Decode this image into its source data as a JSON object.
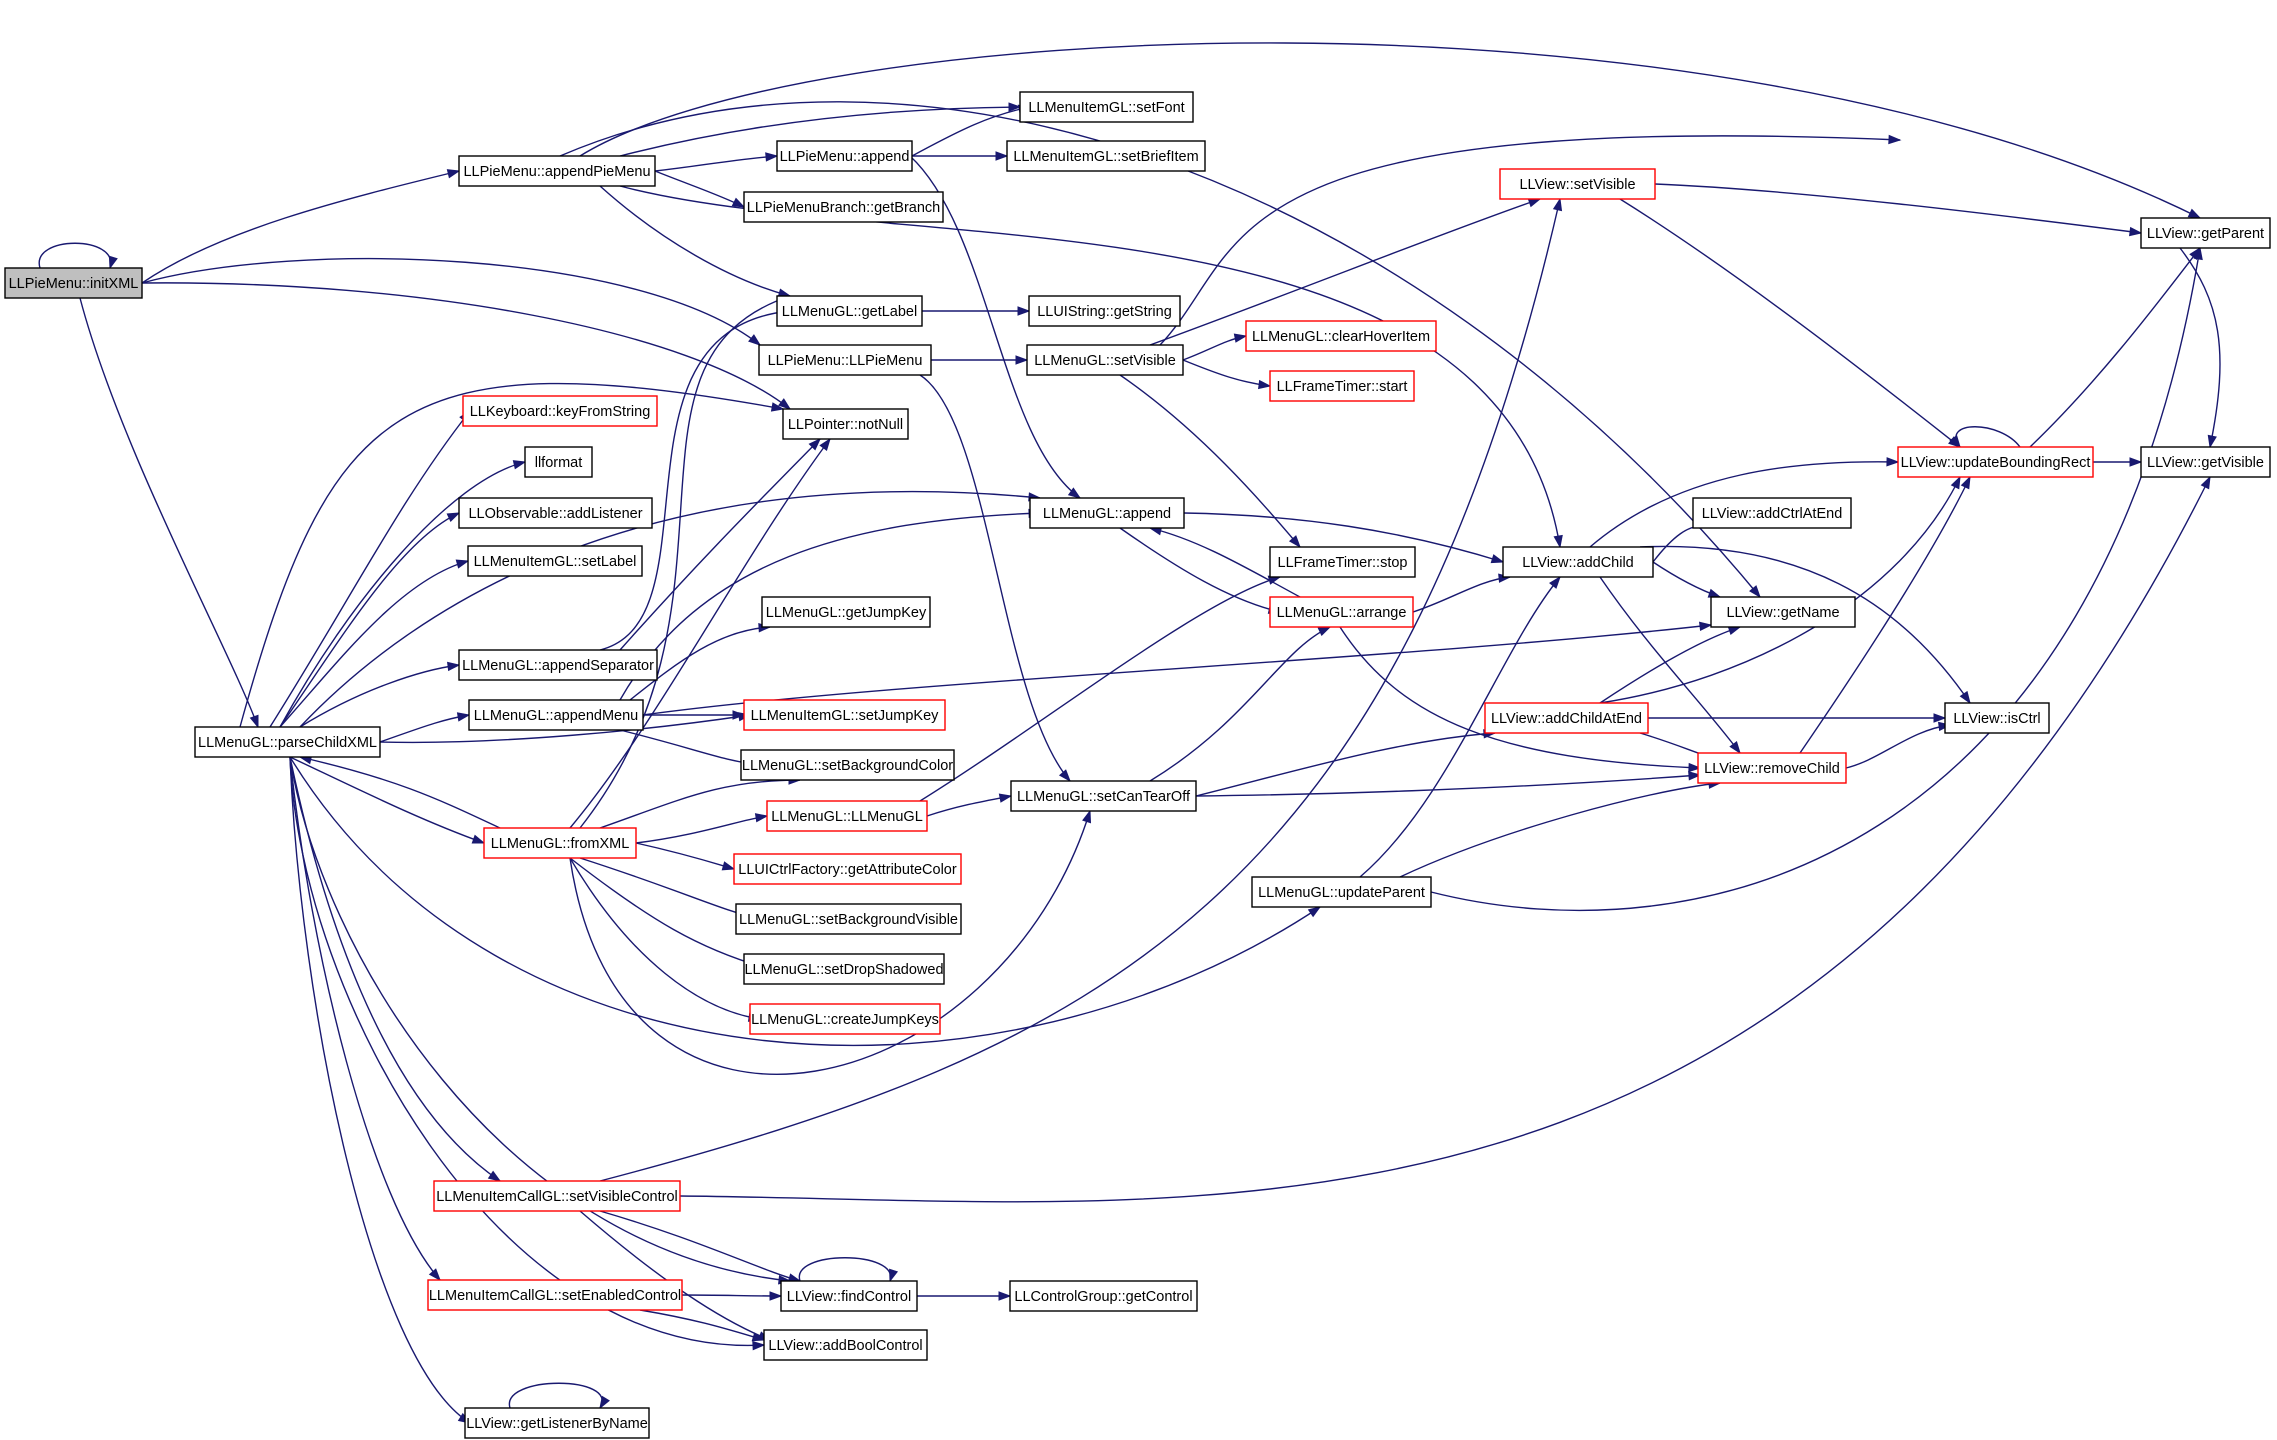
{
  "nodes": [
    {
      "id": "initXML",
      "label": "LLPieMenu::initXML",
      "color": "root"
    },
    {
      "id": "appendPieMenu",
      "label": "LLPieMenu::appendPieMenu",
      "color": "black"
    },
    {
      "id": "pieAppend",
      "label": "LLPieMenu::append",
      "color": "black"
    },
    {
      "id": "setFont",
      "label": "LLMenuItemGL::setFont",
      "color": "black"
    },
    {
      "id": "setBriefItem",
      "label": "LLMenuItemGL::setBriefItem",
      "color": "black"
    },
    {
      "id": "getBranch",
      "label": "LLPieMenuBranch::getBranch",
      "color": "black"
    },
    {
      "id": "getLabel",
      "label": "LLMenuGL::getLabel",
      "color": "black"
    },
    {
      "id": "getString",
      "label": "LLUIString::getString",
      "color": "black"
    },
    {
      "id": "LLPieMenu",
      "label": "LLPieMenu::LLPieMenu",
      "color": "black"
    },
    {
      "id": "menuSetVisible",
      "label": "LLMenuGL::setVisible",
      "color": "black"
    },
    {
      "id": "clearHoverItem",
      "label": "LLMenuGL::clearHoverItem",
      "color": "red"
    },
    {
      "id": "timerStart",
      "label": "LLFrameTimer::start",
      "color": "red"
    },
    {
      "id": "viewSetVisible",
      "label": "LLView::setVisible",
      "color": "red"
    },
    {
      "id": "getParent",
      "label": "LLView::getParent",
      "color": "black"
    },
    {
      "id": "keyFromString",
      "label": "LLKeyboard::keyFromString",
      "color": "red"
    },
    {
      "id": "notNull",
      "label": "LLPointer::notNull",
      "color": "black"
    },
    {
      "id": "llformat",
      "label": "llformat",
      "color": "black"
    },
    {
      "id": "addListener",
      "label": "LLObservable::addListener",
      "color": "black"
    },
    {
      "id": "setLabel",
      "label": "LLMenuItemGL::setLabel",
      "color": "black"
    },
    {
      "id": "menuAppend",
      "label": "LLMenuGL::append",
      "color": "black"
    },
    {
      "id": "timerStop",
      "label": "LLFrameTimer::stop",
      "color": "black"
    },
    {
      "id": "addChild",
      "label": "LLView::addChild",
      "color": "black"
    },
    {
      "id": "addCtrlAtEnd",
      "label": "LLView::addCtrlAtEnd",
      "color": "black"
    },
    {
      "id": "updateBoundingRect",
      "label": "LLView::updateBoundingRect",
      "color": "red"
    },
    {
      "id": "getVisible",
      "label": "LLView::getVisible",
      "color": "black"
    },
    {
      "id": "getJumpKey",
      "label": "LLMenuGL::getJumpKey",
      "color": "black"
    },
    {
      "id": "arrange",
      "label": "LLMenuGL::arrange",
      "color": "red"
    },
    {
      "id": "getName",
      "label": "LLView::getName",
      "color": "black"
    },
    {
      "id": "appendSeparator",
      "label": "LLMenuGL::appendSeparator",
      "color": "black"
    },
    {
      "id": "appendMenu",
      "label": "LLMenuGL::appendMenu",
      "color": "black"
    },
    {
      "id": "setJumpKey",
      "label": "LLMenuItemGL::setJumpKey",
      "color": "red"
    },
    {
      "id": "parseChildXML",
      "label": "LLMenuGL::parseChildXML",
      "color": "black"
    },
    {
      "id": "setBackgroundColor",
      "label": "LLMenuGL::setBackgroundColor",
      "color": "black"
    },
    {
      "id": "addChildAtEnd",
      "label": "LLView::addChildAtEnd",
      "color": "red"
    },
    {
      "id": "isCtrl",
      "label": "LLView::isCtrl",
      "color": "black"
    },
    {
      "id": "LLMenuGLctor",
      "label": "LLMenuGL::LLMenuGL",
      "color": "red"
    },
    {
      "id": "setCanTearOff",
      "label": "LLMenuGL::setCanTearOff",
      "color": "black"
    },
    {
      "id": "removeChild",
      "label": "LLView::removeChild",
      "color": "red"
    },
    {
      "id": "fromXML",
      "label": "LLMenuGL::fromXML",
      "color": "red"
    },
    {
      "id": "getAttributeColor",
      "label": "LLUICtrlFactory::getAttributeColor",
      "color": "red"
    },
    {
      "id": "setBackgroundVisible",
      "label": "LLMenuGL::setBackgroundVisible",
      "color": "black"
    },
    {
      "id": "updateParent",
      "label": "LLMenuGL::updateParent",
      "color": "black"
    },
    {
      "id": "setDropShadowed",
      "label": "LLMenuGL::setDropShadowed",
      "color": "black"
    },
    {
      "id": "createJumpKeys",
      "label": "LLMenuGL::createJumpKeys",
      "color": "red"
    },
    {
      "id": "setVisibleControl",
      "label": "LLMenuItemCallGL::setVisibleControl",
      "color": "red"
    },
    {
      "id": "setEnabledControl",
      "label": "LLMenuItemCallGL::setEnabledControl",
      "color": "red"
    },
    {
      "id": "findControl",
      "label": "LLView::findControl",
      "color": "black"
    },
    {
      "id": "getControl",
      "label": "LLControlGroup::getControl",
      "color": "black"
    },
    {
      "id": "addBoolControl",
      "label": "LLView::addBoolControl",
      "color": "black"
    },
    {
      "id": "getListenerByName",
      "label": "LLView::getListenerByName",
      "color": "black"
    }
  ],
  "colors": {
    "edge": "#191970",
    "node_border": "#000000",
    "node_border_red": "#ff0000",
    "root_fill": "#bfbfbf",
    "node_fill": "#ffffff"
  }
}
